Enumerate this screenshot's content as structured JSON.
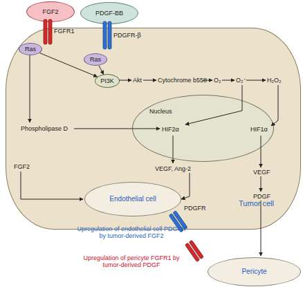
{
  "diagram": {
    "nodes": [
      {
        "text": [
          "FGF2"
        ]
      },
      {
        "text": [
          "PDGF-BB"
        ]
      },
      {
        "text": [
          "Tumor cell"
        ]
      },
      {
        "text": [
          "Ras"
        ],
        "in": 2
      },
      {
        "text": [
          "Ras"
        ],
        "in": 2
      },
      {
        "text": [
          "PI3K"
        ],
        "in": 2
      },
      {
        "text": [
          "Nucleus"
        ],
        "in": 2
      },
      {
        "text": [
          "Endothelial cell"
        ]
      },
      {
        "text": [
          "Pericyte"
        ]
      }
    ],
    "edges": [
      {
        "from": 3,
        "to": 5,
        "arrow": "to"
      },
      {
        "from": 4,
        "to": 5,
        "arrow": "to"
      }
    ],
    "labels": [
      "FGFR1",
      "PDGFR-β",
      "Akt",
      "Cytochrome b558",
      "O₂",
      "O₂⁻",
      "H₂O₂",
      "Phospholipase D",
      "HIF2α",
      "HIF1α",
      "FGF2",
      "VEGF, Ang-2",
      "VEGF",
      "PDGF",
      "PDGFR",
      "Upregulation of endothelial cell PDGFR by tumor-derived FGF2",
      "Upregulation of pericyte FGFR1 by tumor-derived PDGF"
    ]
  }
}
